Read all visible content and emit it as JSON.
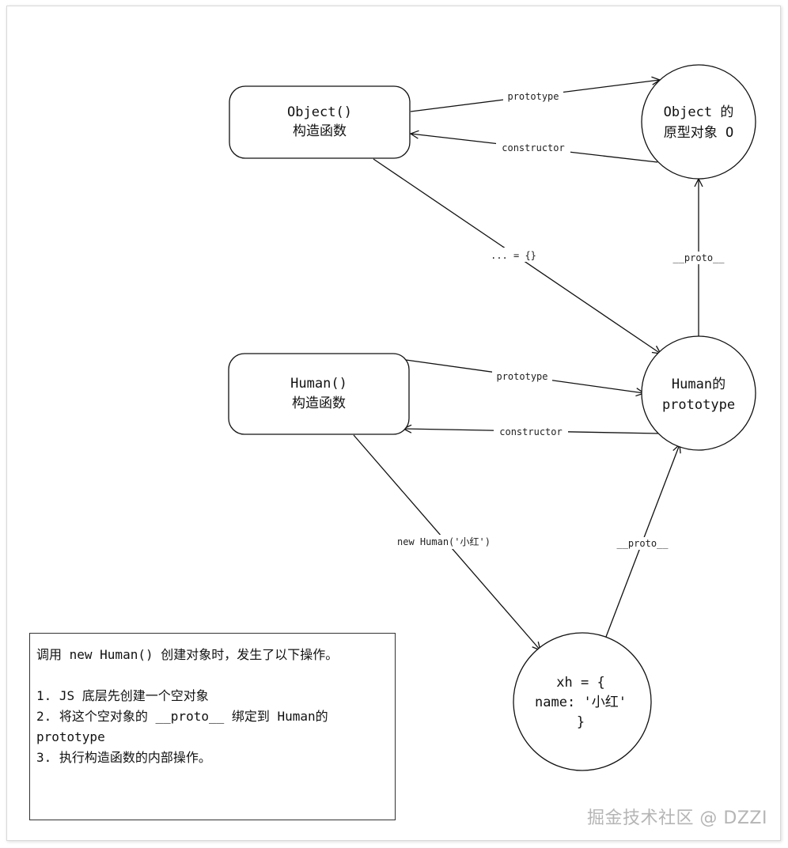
{
  "nodes": {
    "object_ctor": {
      "line1": "Object()",
      "line2": "构造函数"
    },
    "object_proto": {
      "line1": "Object 的",
      "line2": "原型对象 O"
    },
    "human_ctor": {
      "line1": "Human()",
      "line2": "构造函数"
    },
    "human_proto": {
      "line1": "Human的",
      "line2": "prototype"
    },
    "xh": {
      "line1": "xh = {",
      "line2": "name: '小红'",
      "line3": "}"
    }
  },
  "edges": {
    "object_prototype": "prototype",
    "object_constructor": "constructor",
    "object_literal": "... = {}",
    "object_proto_link": "__proto__",
    "human_prototype": "prototype",
    "human_constructor": "constructor",
    "new_human": "new Human('小红')",
    "xh_proto_link": "__proto__"
  },
  "note": {
    "intro": "调用 new Human() 创建对象时，发生了以下操作。",
    "step1": "1. JS 底层先创建一个空对象",
    "step2": "2. 将这个空对象的 __proto__ 绑定到 Human的prototype",
    "step3": "3. 执行构造函数的内部操作。"
  },
  "watermark": "掘金技术社区 @ DZZI"
}
